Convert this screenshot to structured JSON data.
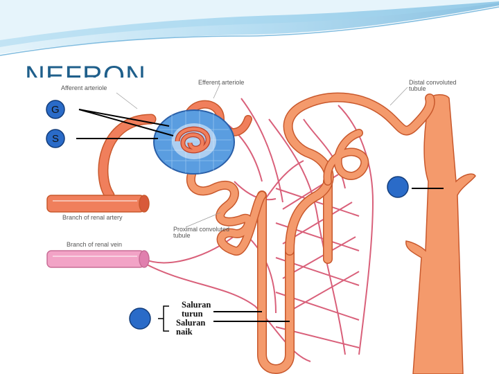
{
  "slide": {
    "title": "NEFRON"
  },
  "diagram": {
    "labels": {
      "afferent": "Afferent arteriole",
      "efferent": "Efferent arteriole",
      "distal_line1": "Distal convoluted",
      "distal_line2": "tubule",
      "renal_artery": "Branch of renal artery",
      "renal_vein": "Branch of renal vein",
      "proximal_line1": "Proximal convoluted",
      "proximal_line2": "tubule"
    },
    "markers": {
      "g": "G",
      "s": "S"
    },
    "loop_labels": {
      "line1": "Saluran",
      "line2": "turun",
      "line3": "Saluran",
      "line4": "naik"
    },
    "colors": {
      "tubule": "#f49a6c",
      "tubule_edge": "#c8582c",
      "artery": "#f07f5c",
      "vein": "#f2a3c6",
      "vessel": "#d9607a",
      "capsule": "#5a9de0",
      "marker": "#2a6bc8",
      "banner": "#2c8fc9"
    }
  }
}
